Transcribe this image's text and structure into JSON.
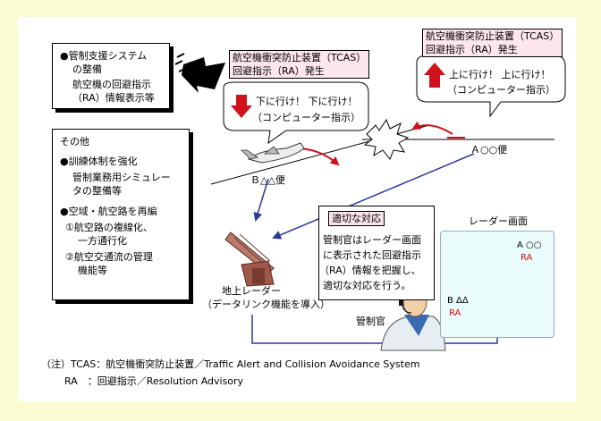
{
  "left_box_top": {
    "line1": "●管制支援システム",
    "line2": "の整備",
    "line3": "航空機の回避指示",
    "line4": "（RA）情報表示等"
  },
  "left_box_other": {
    "heading": "その他",
    "items": [
      "●訓練体制を強化",
      "管制業務用シミュレー",
      "タの整備等",
      "●空域・航空路を再編",
      "①航空路の複線化、",
      "一方通行化",
      "②航空交通流の管理",
      "機能等"
    ]
  },
  "tcas_label_left": {
    "line1": "航空機衝突防止装置（TCAS）",
    "line2": "回避指示（RA）発生"
  },
  "tcas_label_right": {
    "line1": "航空機衝突防止装置（TCAS）",
    "line2": "回避指示（RA）発生"
  },
  "bubble_left": {
    "line1": "下に行け！ 下に行け！",
    "line2": "（コンピューター指示）"
  },
  "bubble_right": {
    "line1": "上に行け！ 上に行け！",
    "line2": "（コンピューター指示）"
  },
  "aircraft_a": "Ａ○○便",
  "aircraft_b": "Ｂ△△便",
  "controller_box": {
    "title": "適切な対応",
    "lines": [
      "管制官はレーダー画面",
      "に表示された回避指示",
      "（RA）情報を把握し、",
      "適切な対応を行う。"
    ]
  },
  "radar_screen": {
    "title": "レーダー画面",
    "a_label": "A ○○",
    "a_ra": "RA",
    "b_label": "B ΔΔ",
    "b_ra": "RA"
  },
  "ground_radar": {
    "line1": "地上レーダー",
    "line2": "（データリンク機能を導入）"
  },
  "controller_label": "管制官",
  "notes": {
    "line1": "（注）TCAS：航空機衝突防止装置／Traffic Alert and Collision Avoidance System",
    "line2": "RA　：回避指示／Resolution Advisory"
  },
  "colors": {
    "background": "#fbfbd2",
    "red_arrow": "#d0101a",
    "blue_arrow": "#2a3a9c",
    "radar_bg": "#e9fbfb",
    "label_bg": "#fde6ee"
  }
}
